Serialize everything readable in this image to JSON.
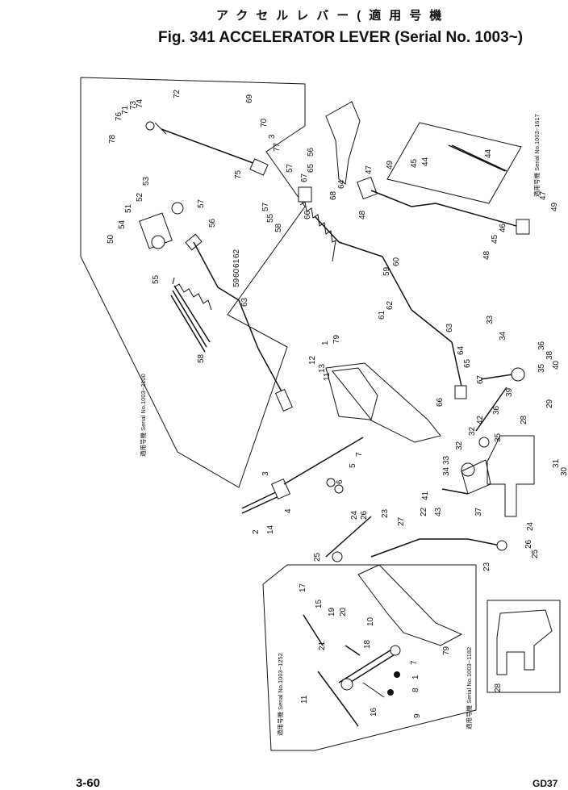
{
  "header": {
    "title_jp": "アクセルレバー(適用号機",
    "title_en": "Fig. 341 ACCELERATOR LEVER (Serial No. 1003~)"
  },
  "notes": {
    "upper_left": "適用号機 Serial No.1003~2100",
    "upper_right": "適用号機 Serial No.1003~1617",
    "lower_left": "適用号機 Serial No.1003~1252",
    "lower_right": "適用号機 Serial No.1003~1182"
  },
  "footer": {
    "page_number": "3-60",
    "code": "GD37"
  },
  "callouts": [
    "1",
    "2",
    "3",
    "4",
    "5",
    "6",
    "7",
    "8",
    "9",
    "10",
    "11",
    "12",
    "13",
    "14",
    "15",
    "16",
    "17",
    "18",
    "19",
    "20",
    "21",
    "22",
    "23",
    "24",
    "25",
    "26",
    "27",
    "28",
    "29",
    "30",
    "31",
    "32",
    "33",
    "34",
    "35",
    "36",
    "37",
    "38",
    "39",
    "40",
    "41",
    "42",
    "43",
    "44",
    "45",
    "46",
    "47",
    "48",
    "49",
    "50",
    "51",
    "52",
    "53",
    "54",
    "55",
    "56",
    "57",
    "58",
    "59",
    "60",
    "61",
    "62",
    "63",
    "64",
    "65",
    "66",
    "67",
    "68",
    "69",
    "70",
    "71",
    "72",
    "73",
    "74",
    "75",
    "76",
    "77",
    "78",
    "79"
  ]
}
